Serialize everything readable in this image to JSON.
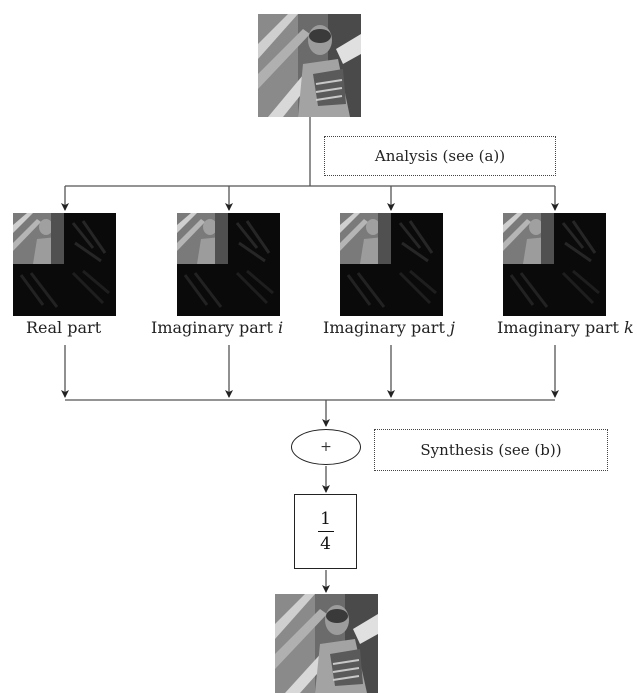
{
  "analysis_label": "Analysis (see (a))",
  "synthesis_label": "Synthesis (see (b))",
  "sum_symbol": "+",
  "scale_factor": {
    "numerator": "1",
    "denominator": "4"
  },
  "parts": [
    {
      "label": "Real part",
      "unit": ""
    },
    {
      "label": "Imaginary part ",
      "unit": "i"
    },
    {
      "label": "Imaginary part ",
      "unit": "j"
    },
    {
      "label": "Imaginary part ",
      "unit": "k"
    }
  ]
}
